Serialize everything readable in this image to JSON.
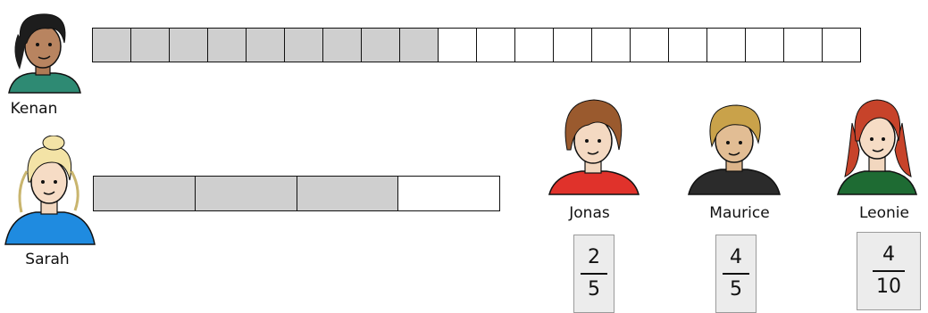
{
  "people": {
    "kenan": {
      "name": "Kenan"
    },
    "sarah": {
      "name": "Sarah"
    },
    "jonas": {
      "name": "Jonas"
    },
    "maurice": {
      "name": "Maurice"
    },
    "leonie": {
      "name": "Leonie"
    }
  },
  "bars": {
    "kenan": {
      "segments": 20,
      "filled": 9
    },
    "sarah": {
      "segments": 4,
      "filled": 3
    }
  },
  "fractions": {
    "jonas": {
      "numerator": "2",
      "denominator": "5"
    },
    "maurice": {
      "numerator": "4",
      "denominator": "5"
    },
    "leonie": {
      "numerator": "4",
      "denominator": "10"
    }
  },
  "colors": {
    "bar_fill": "#cfcfcf",
    "kenan_shirt": "#2e8a73",
    "sarah_shirt": "#1f8be0",
    "jonas_shirt": "#e0322b",
    "maurice_shirt": "#2b2b2b",
    "leonie_shirt": "#1e6b33"
  }
}
